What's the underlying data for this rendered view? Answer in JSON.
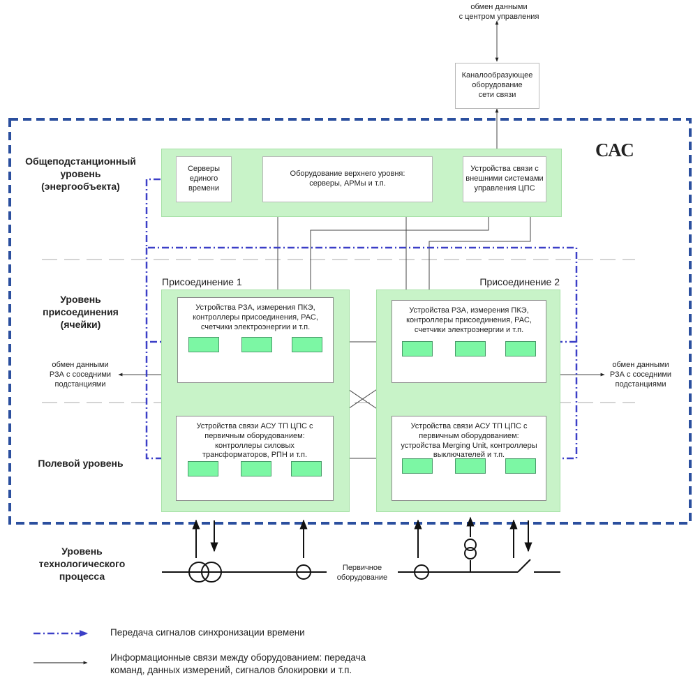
{
  "top_exchange": "обмен данными\nс центром управления",
  "channel_equipment": "Каналообразующее\nоборудование\nсети связи",
  "cac_label": "САС",
  "levels": {
    "station": "Общеподстанционный\nуровень\n(энергообъекта)",
    "bay": "Уровень\nприсоединения\n(ячейки)",
    "field": "Полевой уровень",
    "process": "Уровень\nтехнологического\nпроцесса"
  },
  "station_boxes": {
    "time_servers": "Серверы\nединого\nвремени",
    "upper_equipment": "Оборудование верхнего уровня:\nсерверы, АРМы и т.п.",
    "external_comm": "Устройства связи с\nвнешними системами\nуправления ЦПС"
  },
  "bays": [
    {
      "title": "Присоединение 1",
      "protection": "Устройства РЗА, измерения ПКЭ,\nконтроллеры присоединения, РАС,\nсчетчики электроэнергии и т.п.",
      "field_devices": "Устройства связи АСУ ТП ЦПС с\nпервичным оборудованием:\nконтроллеры силовых\nтрансформаторов, РПН и т.п."
    },
    {
      "title": "Присоединение 2",
      "protection": "Устройства РЗА, измерения ПКЭ,\nконтроллеры присоединения, РАС,\nсчетчики электроэнергии и т.п.",
      "field_devices": "Устройства связи АСУ ТП ЦПС с\nпервичным оборудованием:\nустройства Merging Unit, контроллеры\nвыключателей и т.п."
    }
  ],
  "neighbor_exchange_left": "обмен данными\nРЗА с соседними\nподстанциями",
  "neighbor_exchange_right": "обмен данными\nРЗА с соседними\nподстанциями",
  "primary_equipment": "Первичное\nоборудование",
  "legend": {
    "sync": "Передача сигналов синхронизации времени",
    "info": "Информационные связи между оборудованием: передача\nкоманд, данных измерений, сигналов блокировки и т.п."
  },
  "colors": {
    "cac_border": "#2b4f9e",
    "sync_line": "#3b3fc7",
    "zone_fill": "#c8f3c8",
    "ied_fill": "#7cf7a4"
  }
}
